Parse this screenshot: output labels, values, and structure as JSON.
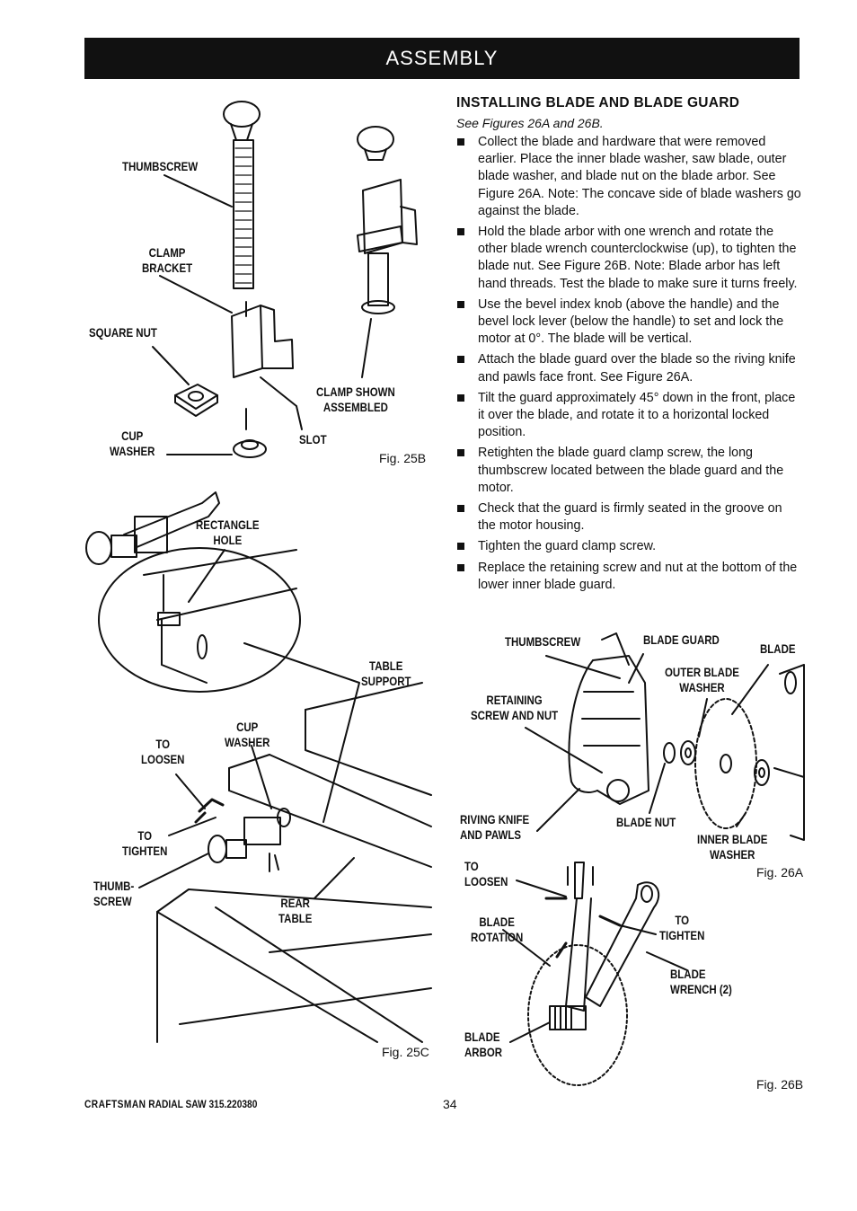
{
  "header": {
    "title": "ASSEMBLY"
  },
  "section": {
    "heading": "INSTALLING BLADE AND BLADE GUARD",
    "subref": "See Figures 26A and 26B.",
    "bullets": [
      "Collect the blade and hardware that were removed earlier. Place the inner blade washer, saw blade, outer blade washer, and blade nut on the blade arbor. See Figure 26A. Note: The concave side of blade washers go against the blade.",
      "Hold the blade arbor with one wrench and rotate the other blade wrench counterclockwise (up), to tighten the blade nut. See Figure 26B. Note: Blade arbor has left hand threads. Test the blade to make sure it turns freely.",
      "Use the bevel index knob (above the handle) and the bevel lock lever (below the handle) to set and lock the motor at 0°. The blade will be vertical.",
      "Attach the blade guard over the blade so the riving knife and pawls face front. See Figure 26A.",
      "Tilt the guard approximately 45° down in the front, place it over the blade, and rotate it to a horizontal locked position.",
      "Retighten the blade guard clamp screw, the long thumbscrew located between the blade guard and the motor.",
      "Check that the guard is firmly seated in the groove on the motor housing.",
      "Tighten the guard clamp screw.",
      "Replace the retaining screw and nut at the bottom of the lower inner blade guard."
    ]
  },
  "fig25b": {
    "caption": "Fig. 25B",
    "labels": {
      "thumbscrew": "THUMBSCREW",
      "clamp_bracket": "CLAMP\nBRACKET",
      "square_nut": "SQUARE NUT",
      "cup_washer": "CUP\nWASHER",
      "clamp_shown": "CLAMP SHOWN\nASSEMBLED",
      "slot": "SLOT"
    }
  },
  "fig25c": {
    "caption": "Fig. 25C",
    "labels": {
      "rectangle_hole": "RECTANGLE\nHOLE",
      "table_support": "TABLE\nSUPPORT",
      "cup_washer": "CUP\nWASHER",
      "to_loosen": "TO\nLOOSEN",
      "to_tighten": "TO\nTIGHTEN",
      "thumbscrew": "THUMB-\nSCREW",
      "rear_table": "REAR\nTABLE"
    }
  },
  "fig26a": {
    "caption": "Fig. 26A",
    "labels": {
      "thumbscrew": "THUMBSCREW",
      "blade_guard": "BLADE GUARD",
      "blade": "BLADE",
      "outer_blade_washer": "OUTER BLADE\nWASHER",
      "retaining_screw": "RETAINING\nSCREW AND NUT",
      "riving_knife": "RIVING KNIFE\nAND PAWLS",
      "blade_nut": "BLADE NUT",
      "inner_blade_washer": "INNER BLADE\nWASHER"
    }
  },
  "fig26b": {
    "caption": "Fig. 26B",
    "labels": {
      "to_loosen": "TO\nLOOSEN",
      "blade_rotation": "BLADE\nROTATION",
      "to_tighten": "TO\nTIGHTEN",
      "blade_wrench": "BLADE\nWRENCH (2)",
      "blade_arbor": "BLADE\nARBOR"
    }
  },
  "footer": {
    "brand": "CRAFTSMAN",
    "model": "RADIAL SAW 315.220380",
    "page_number": "34"
  }
}
